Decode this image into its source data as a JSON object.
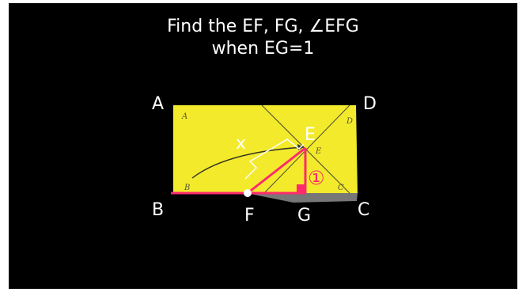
{
  "title": {
    "line1": "Find the EF, FG, ∠EFG",
    "line2": "when EG=1"
  },
  "points": {
    "A": "A",
    "B": "B",
    "C": "C",
    "D": "D",
    "E": "E",
    "F": "F",
    "G": "G"
  },
  "paper_labels": {
    "a": "A",
    "b": "B",
    "c": "C",
    "d": "D",
    "e": "E"
  },
  "x_label": "x",
  "eg_label": "①",
  "colors": {
    "background": "#000000",
    "paper": "#f3ea2c",
    "highlight": "#ff2a6d",
    "text": "#ffffff"
  }
}
